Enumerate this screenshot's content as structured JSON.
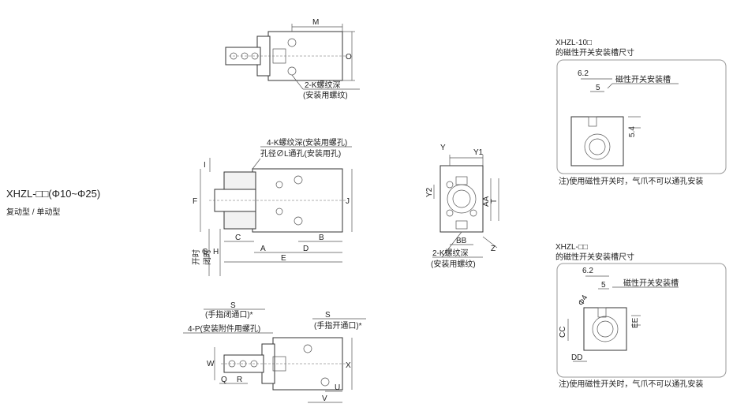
{
  "title": {
    "model": "XHZL-□□(Φ10~Φ25)",
    "subtitle": "复动型 / 单动型"
  },
  "top_view": {
    "dim_M": "M",
    "dim_O": "O",
    "note_line1": "2-K螺纹深",
    "note_line2": "(安装用螺纹)"
  },
  "front_view": {
    "note_line1": "4-K螺纹深(安装用螺孔)",
    "note_line2": "孔径∅L通孔(安装用孔)",
    "dim_F": "F",
    "dim_I": "I",
    "dim_J": "J",
    "dim_C": "C",
    "dim_A": "A",
    "dim_D": "D",
    "dim_B": "B",
    "dim_E": "E",
    "dim_G": "G",
    "dim_H": "H",
    "label_open": "开时",
    "label_close": "闭时"
  },
  "side_view": {
    "dim_Y": "Y",
    "dim_Y1": "Y1",
    "dim_Y2": "Y2",
    "dim_AA": "AA",
    "dim_T": "T",
    "dim_BB": "BB",
    "dim_Z": "Z",
    "note_line1": "2-K螺纹深",
    "note_line2": "(安装用螺纹)"
  },
  "bottom_view": {
    "s_left_label": "S",
    "s_left_note": "(手指闭通口)*",
    "s_right_label": "S",
    "s_right_note": "(手指开通口)*",
    "p_note": "4-P(安装附件用螺孔)",
    "dim_W": "W",
    "dim_Q": "Q",
    "dim_R": "R",
    "dim_X": "X",
    "dim_U": "U",
    "dim_V": "V"
  },
  "slot_top": {
    "title_line1": "XHZL-10□",
    "title_line2": "的磁性开关安装槽尺寸",
    "dim_62": "6.2",
    "dim_5": "5",
    "dim_54": "5.4",
    "slot_label": "磁性开关安装槽",
    "note": "注)使用磁性开关时，气爪不可以通孔安装"
  },
  "slot_bottom": {
    "title_line1": "XHZL-□□",
    "title_line2": "的磁性开关安装槽尺寸",
    "dim_62": "6.2",
    "dim_5": "5",
    "dim_phi4": "Φ4",
    "dim_CC": "CC",
    "dim_EE": "EE",
    "dim_DD": "DD",
    "slot_label": "磁性开关安装槽",
    "note": "注)使用磁性开关时，气爪不可以通孔安装"
  }
}
